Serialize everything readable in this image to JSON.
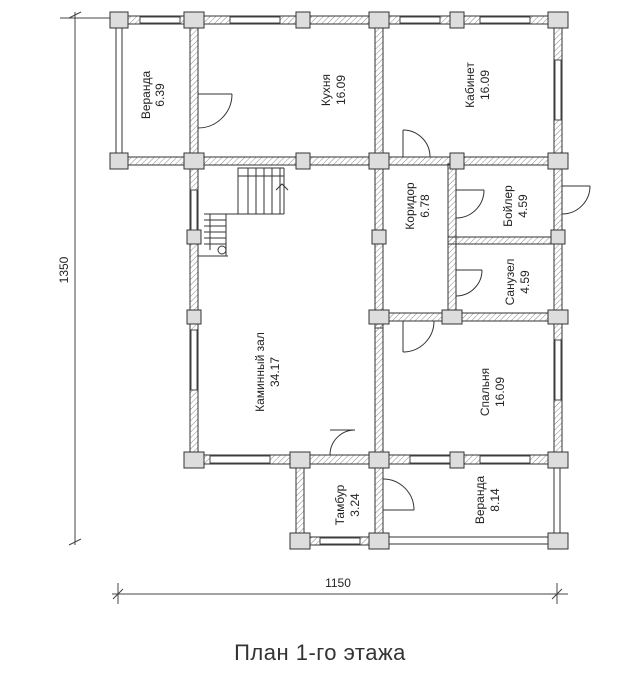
{
  "plan": {
    "caption": "План 1-го этажа",
    "dimensions": {
      "height": "1350",
      "width": "1150"
    },
    "rooms": [
      {
        "id": "veranda-1",
        "name": "Веранда",
        "area": "6.39"
      },
      {
        "id": "kitchen",
        "name": "Кухня",
        "area": "16.09"
      },
      {
        "id": "study",
        "name": "Кабинет",
        "area": "16.09"
      },
      {
        "id": "corridor",
        "name": "Коридор",
        "area": "6.78"
      },
      {
        "id": "boiler",
        "name": "Бойлер",
        "area": "4.59"
      },
      {
        "id": "bathroom",
        "name": "Санузел",
        "area": "4.59"
      },
      {
        "id": "fireplace-hall",
        "name": "Каминный зал",
        "area": "34.17"
      },
      {
        "id": "bedroom",
        "name": "Спальня",
        "area": "16.09"
      },
      {
        "id": "vestibule",
        "name": "Тамбур",
        "area": "3.24"
      },
      {
        "id": "veranda-2",
        "name": "Веранда",
        "area": "8.14"
      }
    ]
  }
}
